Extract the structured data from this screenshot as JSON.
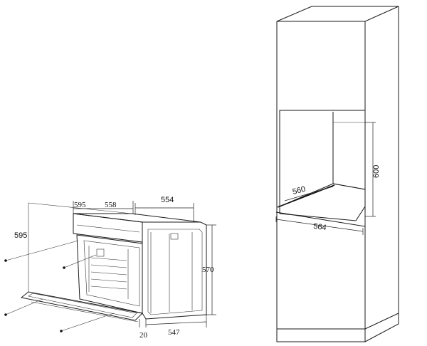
{
  "dimensions": {
    "oven_height_595": "595",
    "oven_width_595": "595",
    "oven_width_558": "558",
    "oven_depth_554": "554",
    "oven_height_570": "570",
    "oven_depth_547": "547",
    "oven_front_20": "20",
    "niche_width_560": "560",
    "niche_height_600": "600",
    "niche_depth_564": "564"
  },
  "colors": {
    "line": "#1a1a1a",
    "background": "#ffffff"
  }
}
